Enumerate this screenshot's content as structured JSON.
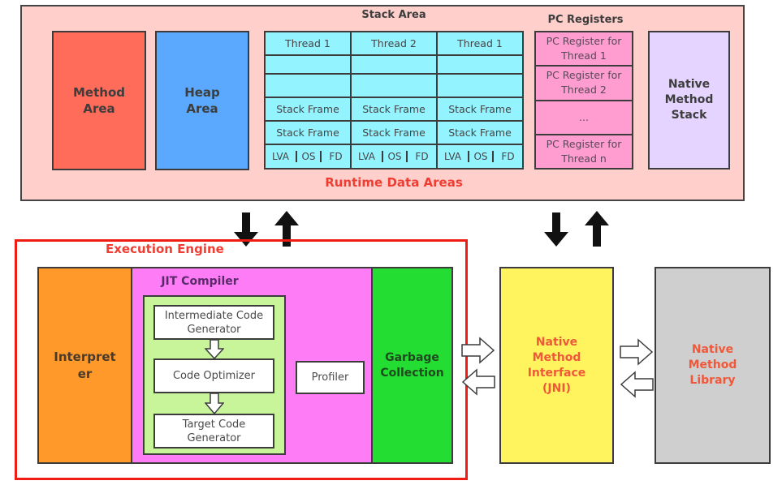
{
  "runtime_data_areas": {
    "label": "Runtime Data Areas",
    "method_area": "Method\nArea",
    "heap_area": "Heap\nArea",
    "stack_area": {
      "title": "Stack Area",
      "threads": [
        {
          "name": "Thread 1",
          "frames": [
            "Stack Frame",
            "Stack Frame"
          ],
          "frame_parts": [
            "LVA",
            "OS",
            "FD"
          ]
        },
        {
          "name": "Thread 2",
          "frames": [
            "Stack Frame",
            "Stack Frame"
          ],
          "frame_parts": [
            "LVA",
            "OS",
            "FD"
          ]
        },
        {
          "name": "Thread 1",
          "frames": [
            "Stack Frame",
            "Stack Frame"
          ],
          "frame_parts": [
            "LVA",
            "OS",
            "FD"
          ]
        }
      ]
    },
    "pc_registers": {
      "title": "PC Registers",
      "items": [
        "PC Register for Thread 1",
        "PC Register for Thread 2",
        "...",
        "PC Register for Thread n"
      ]
    },
    "native_method_stack": "Native\nMethod\nStack"
  },
  "execution_engine": {
    "label": "Execution Engine",
    "interpreter": "Interpret\ner",
    "jit_compiler": {
      "title": "JIT Compiler",
      "stages": [
        "Intermediate Code Generator",
        "Code Optimizer",
        "Target Code Generator"
      ],
      "profiler": "Profiler"
    },
    "garbage_collection": "Garbage\nCollection"
  },
  "native_method_interface": "Native\nMethod\nInterface\n(JNI)",
  "native_method_library": "Native\nMethod\nLibrary",
  "colors": {
    "runtime_bg": "#ffcfcb",
    "method_area": "#ff6c5a",
    "heap_area": "#5aa9ff",
    "stack_area": "#93f3ff",
    "pc_registers": "#ff9dd0",
    "native_method_stack": "#e5d4ff",
    "interpreter": "#ff9a2a",
    "jit_compiler": "#ff7cf7",
    "jit_pipeline": "#c9f59a",
    "garbage_collection": "#23dd33",
    "jni": "#fff45e",
    "native_library": "#cfcfcf",
    "highlight_red": "#ee1c12"
  }
}
